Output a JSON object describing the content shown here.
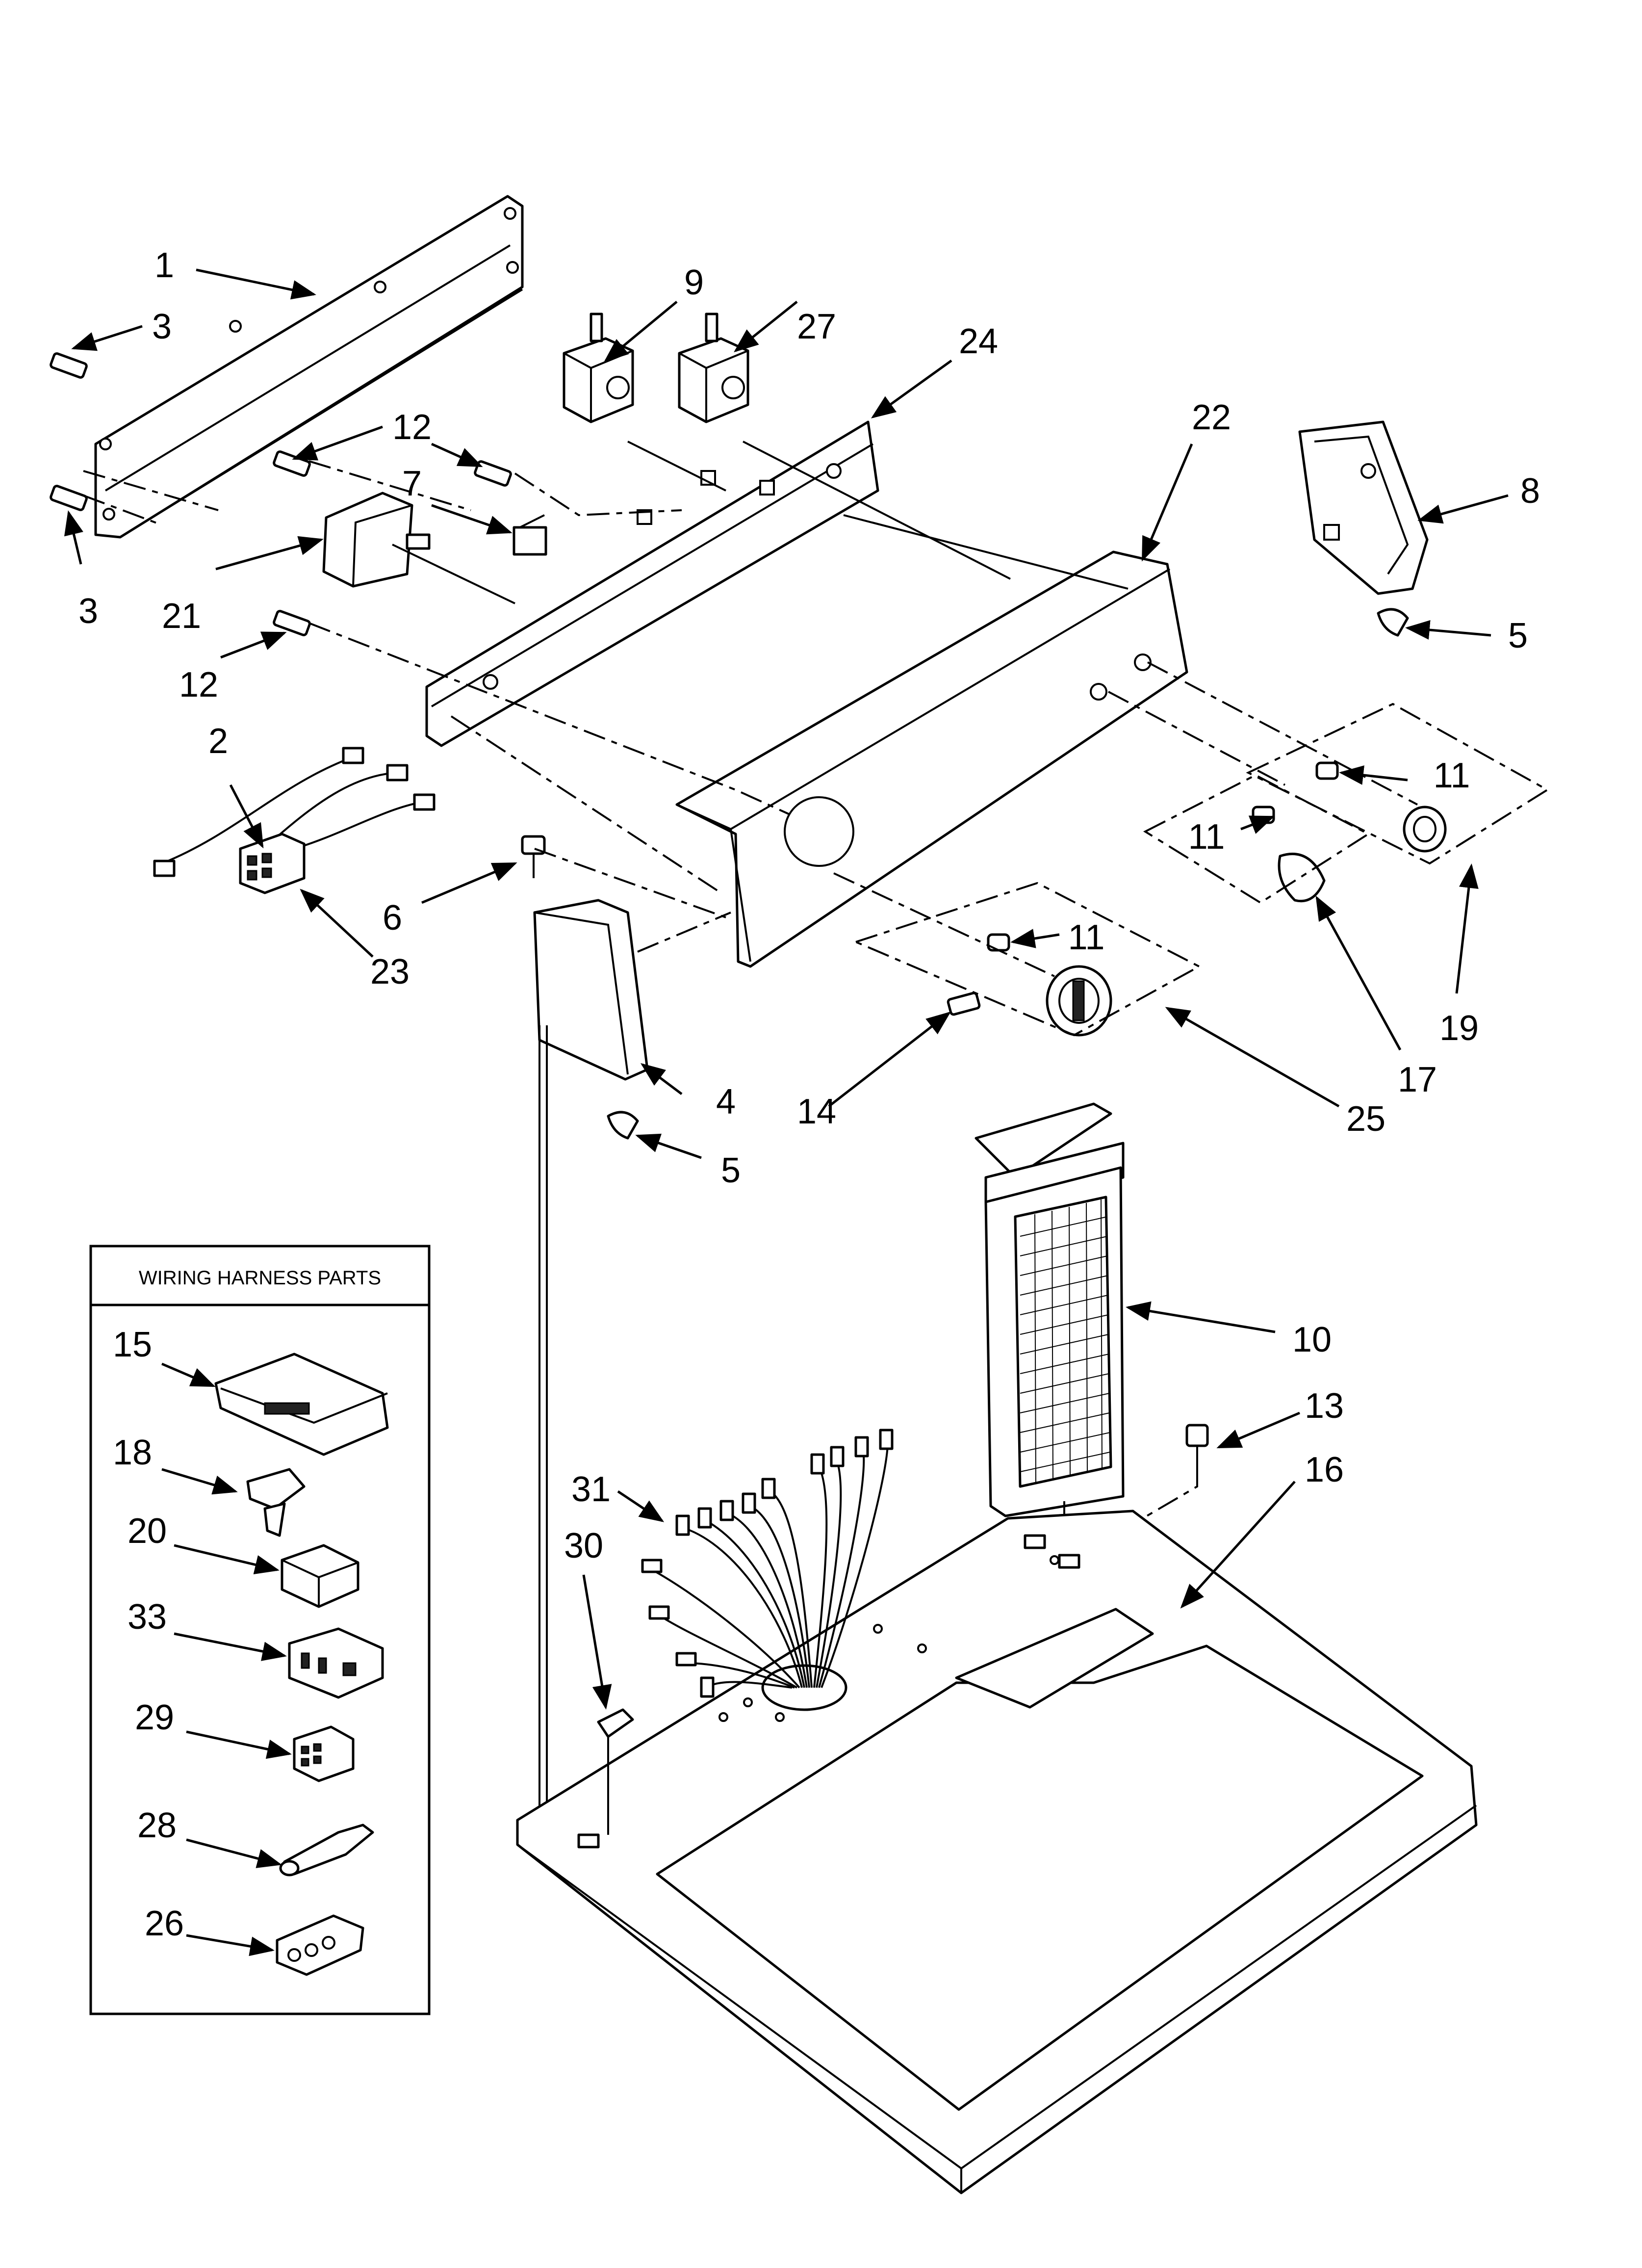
{
  "callouts": {
    "c1": "1",
    "c2": "2",
    "c3a": "3",
    "c3b": "3",
    "c4": "4",
    "c5a": "5",
    "c5b": "5",
    "c6": "6",
    "c7": "7",
    "c8": "8",
    "c9": "9",
    "c10": "10",
    "c11a": "11",
    "c11b": "11",
    "c11c": "11",
    "c12a": "12",
    "c12b": "12",
    "c13": "13",
    "c14": "14",
    "c16": "16",
    "c17": "17",
    "c19": "19",
    "c21": "21",
    "c22": "22",
    "c23": "23",
    "c24": "24",
    "c25": "25",
    "c27": "27",
    "c30": "30",
    "c31": "31"
  },
  "harness_box": {
    "title": "WIRING HARNESS PARTS",
    "items": {
      "c15": "15",
      "c18": "18",
      "c20": "20",
      "c33": "33",
      "c29": "29",
      "c28": "28",
      "c26": "26"
    }
  },
  "icons": [
    "screw-icon",
    "clip-icon",
    "knob-icon",
    "switch-icon",
    "connector-icon",
    "terminal-icon"
  ]
}
